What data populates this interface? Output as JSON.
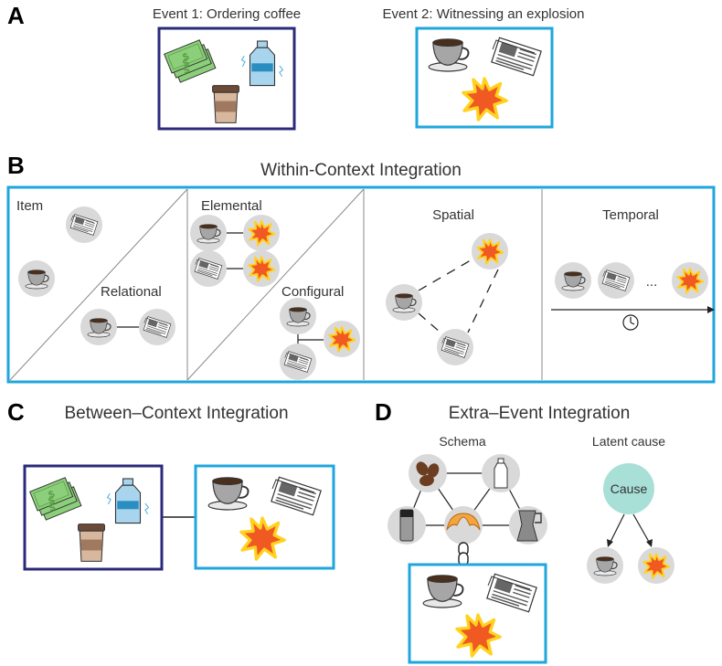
{
  "panels": {
    "a": {
      "letter": "A",
      "event1_title": "Event 1: Ordering coffee",
      "event2_title": "Event 2: Witnessing an explosion"
    },
    "b": {
      "letter": "B",
      "title": "Within-Context Integration",
      "item": "Item",
      "relational": "Relational",
      "elemental": "Elemental",
      "configural": "Configural",
      "spatial": "Spatial",
      "temporal": "Temporal",
      "ellipsis": "..."
    },
    "c": {
      "letter": "C",
      "title": "Between–Context Integration"
    },
    "d": {
      "letter": "D",
      "title": "Extra–Event Integration",
      "schema": "Schema",
      "latent_cause": "Latent cause",
      "cause": "Cause"
    }
  },
  "colors": {
    "event1_border": "#2b2a7a",
    "event2_border": "#1fa6dc",
    "node_fill": "#d9d9d9",
    "cause_fill": "#a8e0d8",
    "explosion": "#f05a22",
    "explosion_outline": "#ffd21f",
    "money": "#8ccf7a",
    "bottle": "#a8d4ee"
  },
  "icons": [
    "coffee-cup-icon",
    "newspaper-icon",
    "explosion-icon",
    "money-icon",
    "milk-bottle-icon",
    "takeaway-cup-icon",
    "clock-icon",
    "coffee-beans-icon",
    "croissant-icon",
    "milk-jug-icon",
    "thermos-icon",
    "moka-pot-icon",
    "chain-link-icon"
  ]
}
